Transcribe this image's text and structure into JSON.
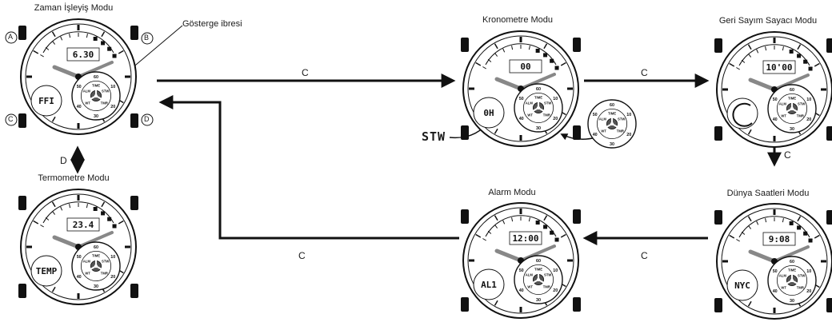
{
  "modes": {
    "timekeeping": {
      "title": "Zaman İşleyiş Modu",
      "digital": "6.30",
      "sub": "FFI"
    },
    "stopwatch": {
      "title": "Kronometre Modu",
      "digital": "00",
      "sub": "0H"
    },
    "countdown": {
      "title": "Geri Sayım Sayacı Modu",
      "digital": "10'00",
      "sub": ""
    },
    "thermometer": {
      "title": "Termometre Modu",
      "digital": "23.4",
      "sub": "TEMP"
    },
    "alarm": {
      "title": "Alarm Modu",
      "digital": "12:00",
      "sub": "AL1"
    },
    "worldtime": {
      "title": "Dünya Saatleri Modu",
      "digital": "9:08",
      "sub": "NYC"
    }
  },
  "callout": {
    "indicator_hand": "Gösterge ibresi",
    "stw_display": "STW"
  },
  "buttons": {
    "a": "A",
    "b": "B",
    "c": "C",
    "d": "D"
  },
  "arrows": {
    "time_to_stopwatch": "C",
    "stopwatch_to_countdown": "C",
    "countdown_to_worldtime": "C",
    "worldtime_to_alarm": "C",
    "alarm_to_timekeeping": "C",
    "timekeeping_thermo": "D"
  },
  "subdial": {
    "numbers": [
      "60",
      "10",
      "20",
      "30",
      "40",
      "50"
    ],
    "modes": [
      "TIME",
      "STW",
      "TMR",
      "WT",
      "ALM"
    ]
  }
}
